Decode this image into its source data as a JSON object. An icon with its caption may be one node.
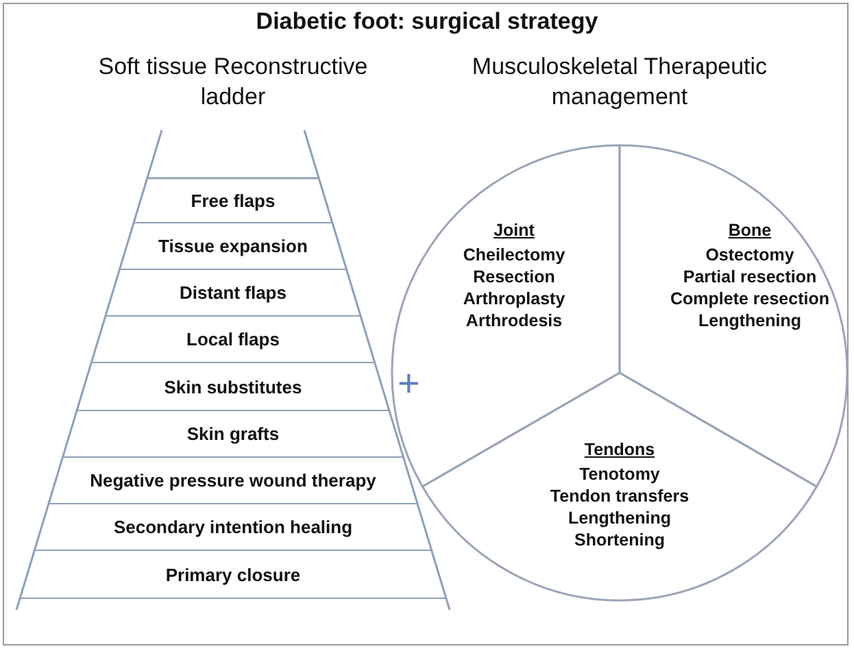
{
  "diagram": {
    "title": "Diabetic foot: surgical strategy",
    "nodes": [
      {
        "text": [
          "Soft tissue Reconstructive ladder"
        ]
      },
      {
        "text": [
          "Free flaps"
        ],
        "in": 0
      },
      {
        "text": [
          "Tissue expansion"
        ],
        "in": 0
      },
      {
        "text": [
          "Distant flaps"
        ],
        "in": 0
      },
      {
        "text": [
          "Local flaps"
        ],
        "in": 0
      },
      {
        "text": [
          "Skin substitutes"
        ],
        "in": 0
      },
      {
        "text": [
          "Skin grafts"
        ],
        "in": 0
      },
      {
        "text": [
          "Negative pressure wound therapy"
        ],
        "in": 0
      },
      {
        "text": [
          "Secondary intention healing"
        ],
        "in": 0
      },
      {
        "text": [
          "Primary closure"
        ],
        "in": 0
      },
      {
        "text": [
          "Musculoskeletal Therapeutic management"
        ]
      },
      {
        "text": [
          "Joint",
          "Cheilectomy",
          "Resection",
          "Arthroplasty",
          "Arthrodesis"
        ],
        "in": 10
      },
      {
        "text": [
          "Bone",
          "Ostectomy",
          "Partial resection",
          "Complete resection",
          "Lengthening"
        ],
        "in": 10
      },
      {
        "text": [
          "Tendons",
          "Tenotomy",
          "Tendon transfers",
          "Lengthening",
          "Shortening"
        ],
        "in": 10
      }
    ],
    "edges": [],
    "labels": [
      "+"
    ]
  }
}
